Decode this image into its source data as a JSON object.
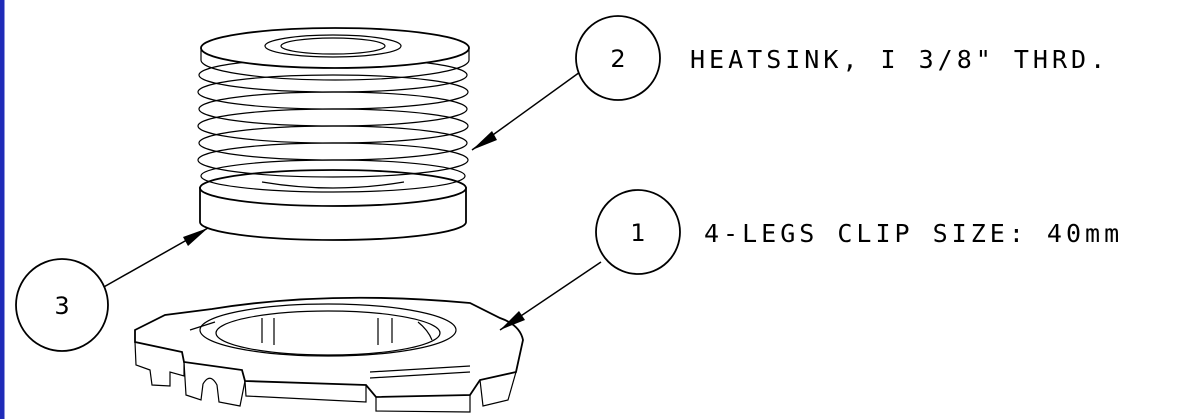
{
  "callouts": [
    {
      "number": "2",
      "text": "HEATSINK, I 3/8\" THRD."
    },
    {
      "number": "1",
      "text": "4-LEGS CLIP SIZE: 40mm"
    },
    {
      "number": "3",
      "text": ""
    }
  ],
  "colors": {
    "frame_border": "#1f2bb8",
    "ink": "#000000",
    "paper": "#ffffff"
  }
}
